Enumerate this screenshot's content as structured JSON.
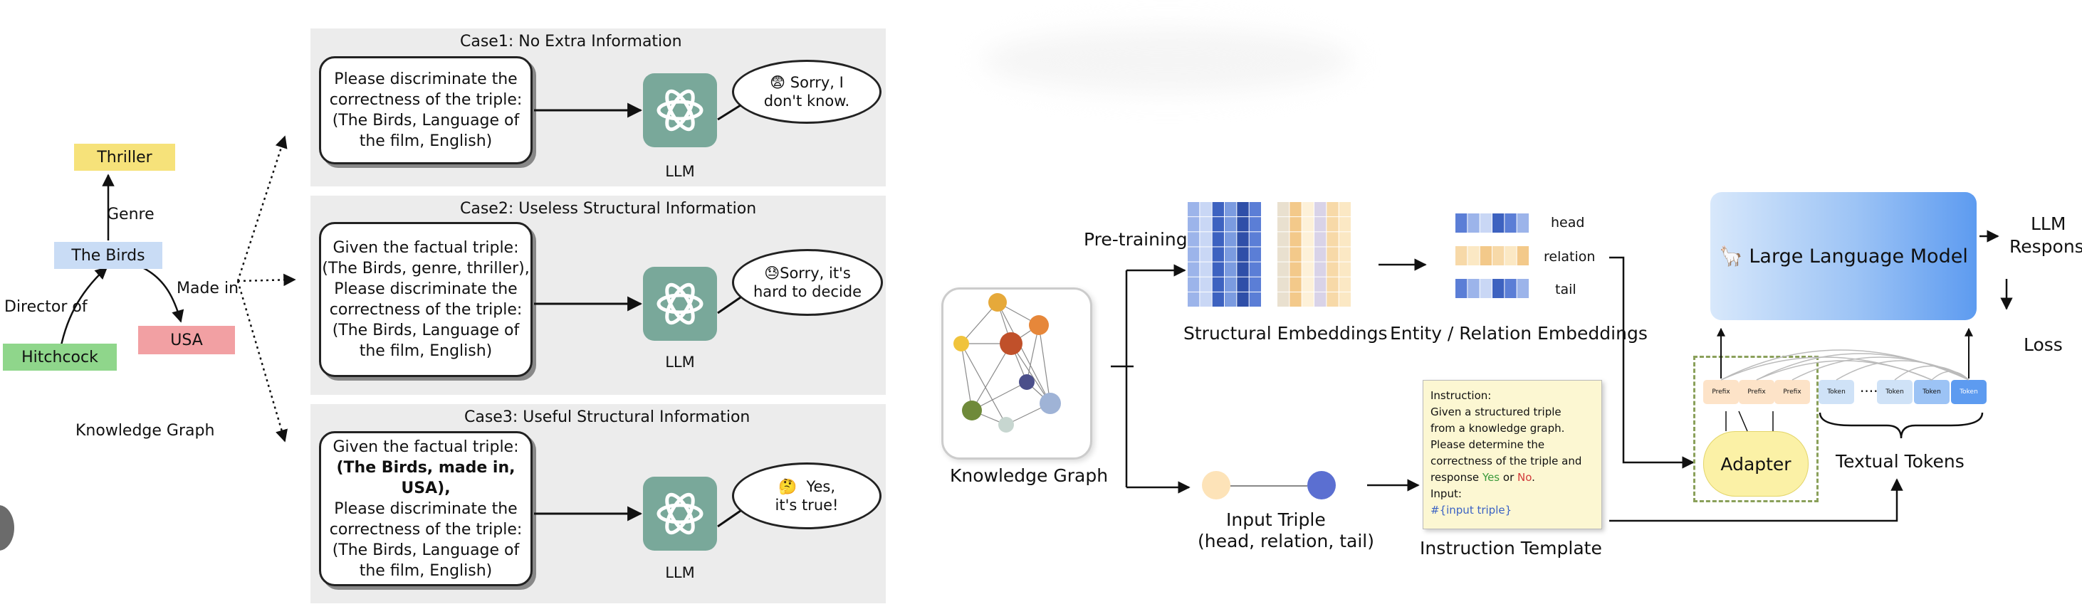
{
  "left_graph": {
    "nodes": {
      "thriller": "Thriller",
      "the_birds": "The Birds",
      "usa": "USA",
      "hitchcock": "Hitchcock"
    },
    "edges": {
      "genre": "Genre",
      "made_in": "Made in",
      "director_of": "Director of"
    },
    "caption": "Knowledge Graph"
  },
  "cases": [
    {
      "title": "Case1: No Extra Information",
      "prompt_lines": [
        "Please discriminate the",
        "correctness of the triple:",
        "(The Birds, Language of",
        "the film, English)"
      ],
      "reply_lines": [
        "Sorry, I",
        "don't know."
      ],
      "reply_emoji": "😨",
      "llm_label": "LLM"
    },
    {
      "title": "Case2: Useless Structural Information",
      "prompt_lines": [
        "Given the factual triple:",
        "(The Birds, genre, thriller),",
        "Please discriminate the",
        "correctness of the triple:",
        "(The Birds, Language of",
        "the film, English)"
      ],
      "reply_lines": [
        "Sorry, it's",
        "hard to decide"
      ],
      "reply_emoji": "😓",
      "llm_label": "LLM"
    },
    {
      "title": "Case3: Useful Structural Information",
      "prompt_lines": [
        "Given the factual triple:",
        "(The Birds, made in, USA),",
        "Please discriminate the",
        "correctness of the triple:",
        "(The Birds, Language of",
        "the film, English)"
      ],
      "reply_lines": [
        "Yes,",
        "it's true!"
      ],
      "reply_emoji": "🤔",
      "llm_label": "LLM"
    }
  ],
  "right_diagram": {
    "pre_training": "Pre-training",
    "knowledge_graph": "Knowledge Graph",
    "structural_embeddings": "Structural Embeddings",
    "entity_relation_embeddings": "Entity / Relation Embeddings",
    "emb_labels": {
      "head": "head",
      "relation": "relation",
      "tail": "tail"
    },
    "input_triple_line1": "Input Triple",
    "input_triple_line2": "(head, relation, tail)",
    "instruction_template": "Instruction Template",
    "instruction": {
      "l1": "Instruction:",
      "l2": "Given a structured triple",
      "l3": "from a knowledge graph.",
      "l4": "Please determine the",
      "l5": "correctness of the triple and",
      "l6_prefix": "response ",
      "yes": "Yes",
      "or": " or ",
      "no": "No",
      "l6_suffix": ".",
      "l7": "Input:",
      "l8": "#{input triple}"
    },
    "llm_box": "Large Language Model",
    "llm_emoji": "🦙",
    "llm_response_line1": "LLM",
    "llm_response_line2": "Response",
    "loss": "Loss",
    "adapter": "Adapter",
    "textual_tokens": "Textual Tokens",
    "prefix_token": "Prefix",
    "token": "Token",
    "dots": "......"
  },
  "colors": {
    "thriller": "#f6e27a",
    "the_birds": "#c9dcf5",
    "usa": "#f2a0a3",
    "hitchcock": "#8fd68b",
    "panel": "#ececec",
    "llm_logo": "#79a89a",
    "llm_box": "#5d9bf0",
    "adapter": "#fbf1a6",
    "adapter_border": "#8aa05a",
    "note_bg": "#fcf7d2",
    "yes": "#3a9a3a",
    "no": "#d23a3a",
    "input_link": "#3b62c4"
  }
}
